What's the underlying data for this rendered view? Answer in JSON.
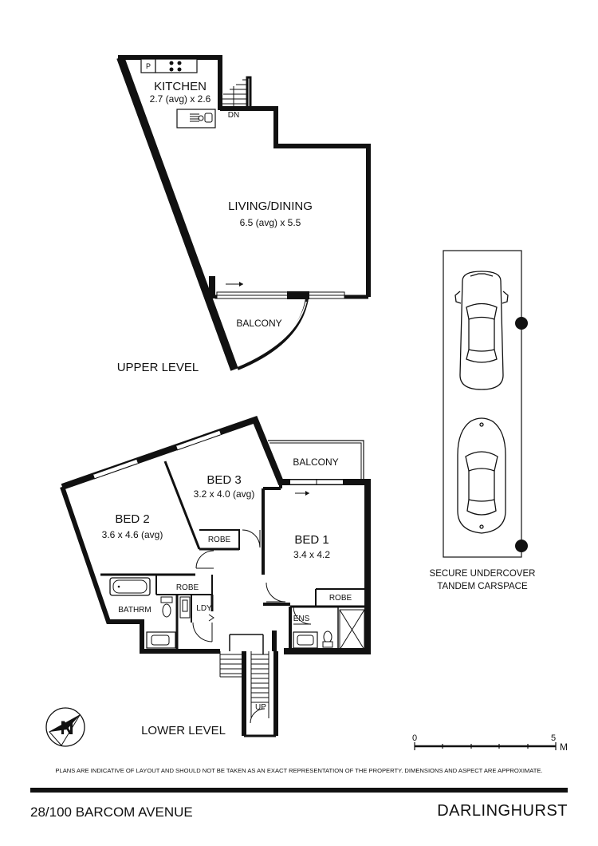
{
  "upper_level": {
    "label": "UPPER LEVEL",
    "kitchen": {
      "name": "KITCHEN",
      "dims": "2.7 (avg) x 2.6",
      "pantry": "P",
      "stair": "DN"
    },
    "living": {
      "name": "LIVING/DINING",
      "dims": "6.5 (avg) x 5.5"
    },
    "balcony": "BALCONY"
  },
  "lower_level": {
    "label": "LOWER LEVEL",
    "bed2": {
      "name": "BED 2",
      "dims": "3.6 x 4.6 (avg)"
    },
    "bed3": {
      "name": "BED 3",
      "dims": "3.2 x 4.0 (avg)"
    },
    "bed1": {
      "name": "BED 1",
      "dims": "3.4 x 4.2"
    },
    "balcony": "BALCONY",
    "robe_bed3": "ROBE",
    "robe_bed2": "ROBE",
    "robe_bed1": "ROBE",
    "bathroom": "BATHRM",
    "laundry": "LDY",
    "ensuite": "ENS",
    "stair": "UP"
  },
  "carpark": {
    "line1": "SECURE UNDERCOVER",
    "line2": "TANDEM CARSPACE"
  },
  "north_arrow": "N",
  "scale": {
    "start": "0",
    "end": "5",
    "unit": "M"
  },
  "disclaimer": "PLANS ARE  INDICATIVE OF LAYOUT AND SHOULD NOT BE TAKEN AS AN EXACT REPRESENTATION OF THE PROPERTY. DIMENSIONS AND ASPECT ARE APPROXIMATE.",
  "footer": {
    "address": "28/100 BARCOM AVENUE",
    "suburb": "DARLINGHURST"
  },
  "colors": {
    "wall": "#111111",
    "background": "#ffffff"
  }
}
